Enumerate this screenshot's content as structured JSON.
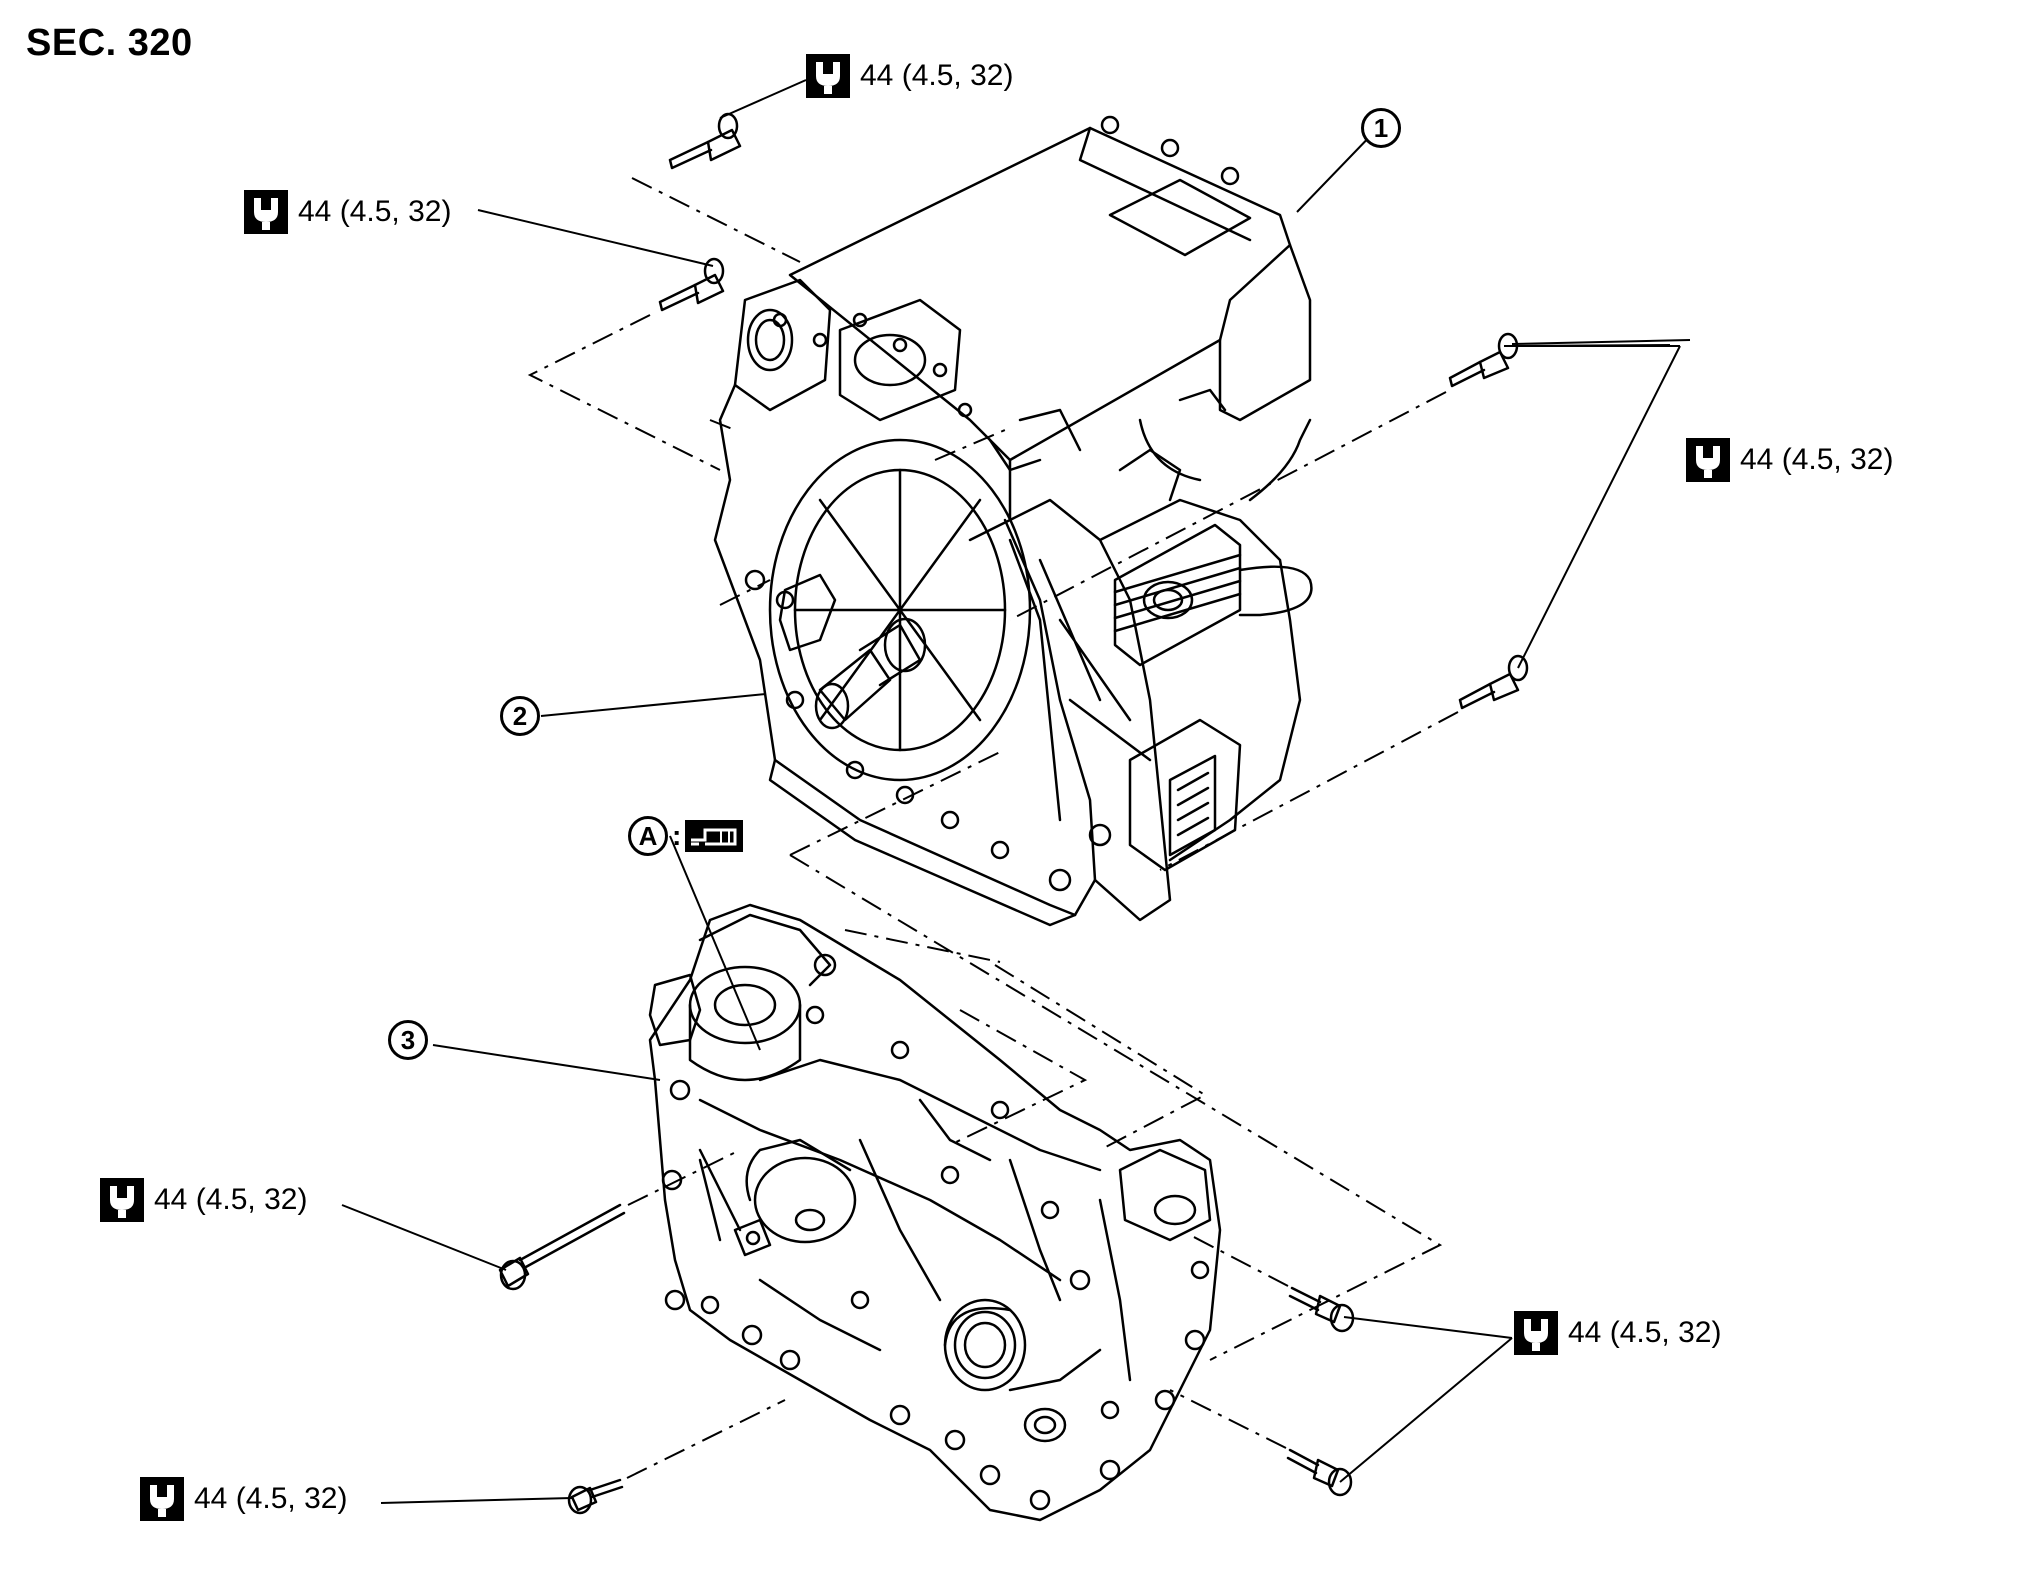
{
  "section": {
    "label": "SEC. 320"
  },
  "torque_specs": [
    {
      "value": "44 (4.5, 32)",
      "icon": "torque-wrench-icon"
    },
    {
      "value": "44 (4.5, 32)",
      "icon": "torque-wrench-icon"
    },
    {
      "value": "44 (4.5, 32)",
      "icon": "torque-wrench-icon"
    },
    {
      "value": "44 (4.5, 32)",
      "icon": "torque-wrench-icon"
    },
    {
      "value": "44 (4.5, 32)",
      "icon": "torque-wrench-icon"
    },
    {
      "value": "44 (4.5, 32)",
      "icon": "torque-wrench-icon"
    }
  ],
  "callouts": [
    {
      "number": "1"
    },
    {
      "number": "2"
    },
    {
      "number": "3"
    }
  ],
  "symbol_a": {
    "letter": "A",
    "separator": ":",
    "icon": "sealant-tube-icon"
  }
}
